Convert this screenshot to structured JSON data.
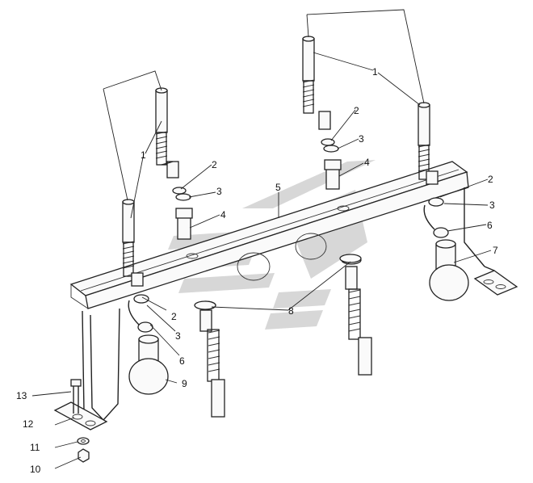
{
  "callouts": {
    "c1a": "1",
    "c1b": "1",
    "c2a": "2",
    "c2b": "2",
    "c2c": "2",
    "c2d": "2",
    "c3a": "3",
    "c3b": "3",
    "c3c": "3",
    "c3d": "3",
    "c4a": "4",
    "c4b": "4",
    "c5": "5",
    "c6a": "6",
    "c6b": "6",
    "c7": "7",
    "c8": "8",
    "c9": "9",
    "c10": "10",
    "c11": "11",
    "c12": "12",
    "c13": "13"
  },
  "colors": {
    "line": "#222222",
    "watermark": "#c9c9c9",
    "background": "#ffffff"
  }
}
